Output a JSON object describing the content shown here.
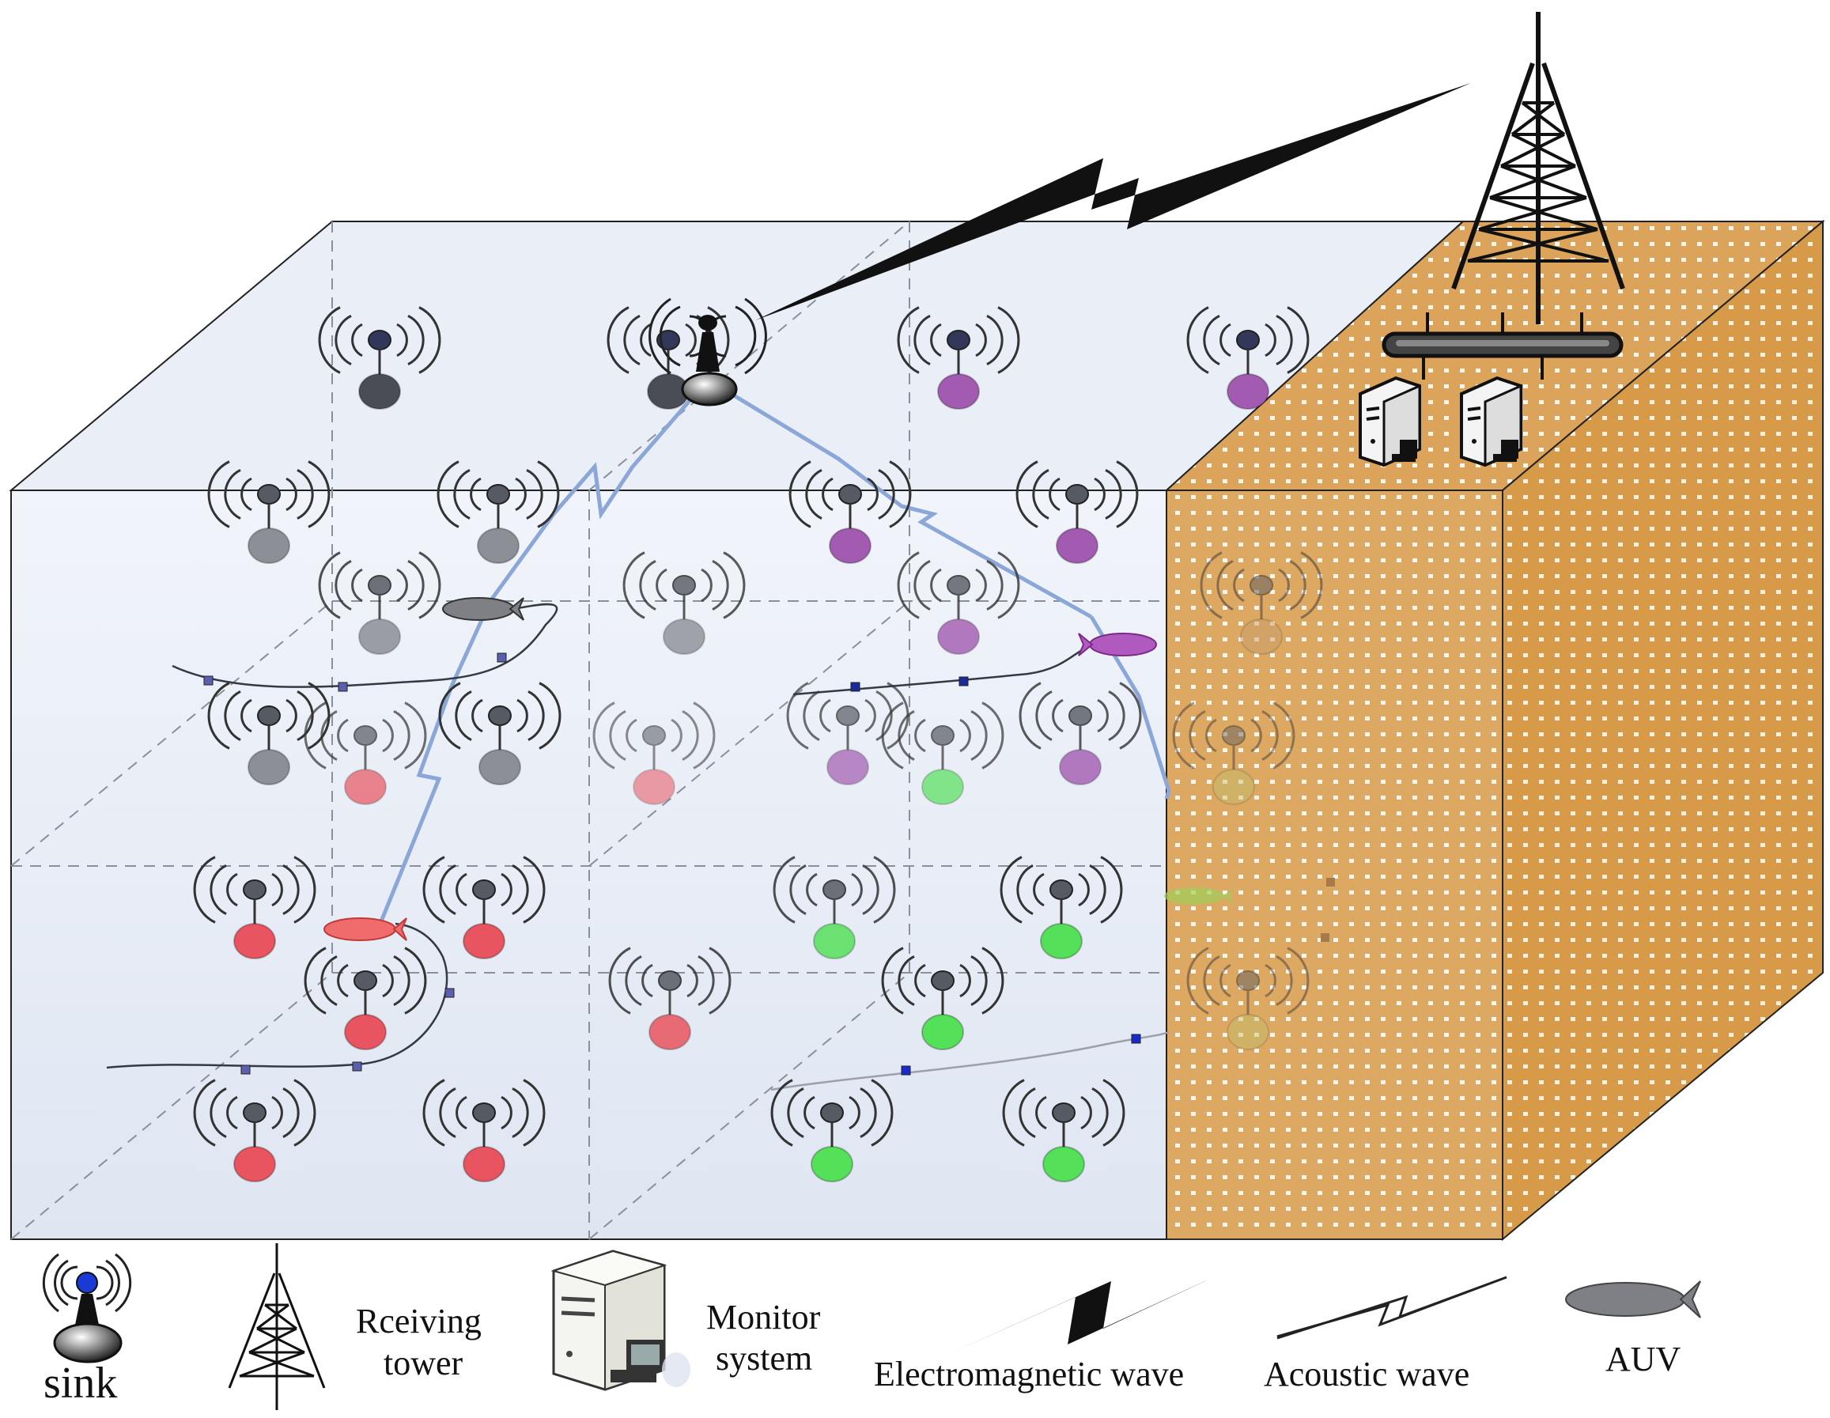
{
  "legend": {
    "sink": "sink",
    "tower_line1": "Rceiving",
    "tower_line2": "tower",
    "monitor_line1": "Monitor",
    "monitor_line2": "system",
    "em_wave": "Electromagnetic wave",
    "acoustic_wave": "Acoustic wave",
    "auv": "AUV"
  },
  "colors": {
    "water": "#e6ecf6",
    "seabed": "#d9a14e",
    "dark_node": "#4a4d55",
    "grey_node": "#8c8f96",
    "purple_node": "#a25bb0",
    "red_node": "#e8545f",
    "green_node": "#55e05a",
    "acoustic_link": "#8aa7d8",
    "sink_tip": "#1a3ad6"
  },
  "icons": [
    "sink-icon",
    "receiving-tower-icon",
    "monitor-system-icon",
    "electromagnetic-wave-icon",
    "acoustic-wave-icon",
    "auv-icon",
    "sensor-node-icon"
  ]
}
